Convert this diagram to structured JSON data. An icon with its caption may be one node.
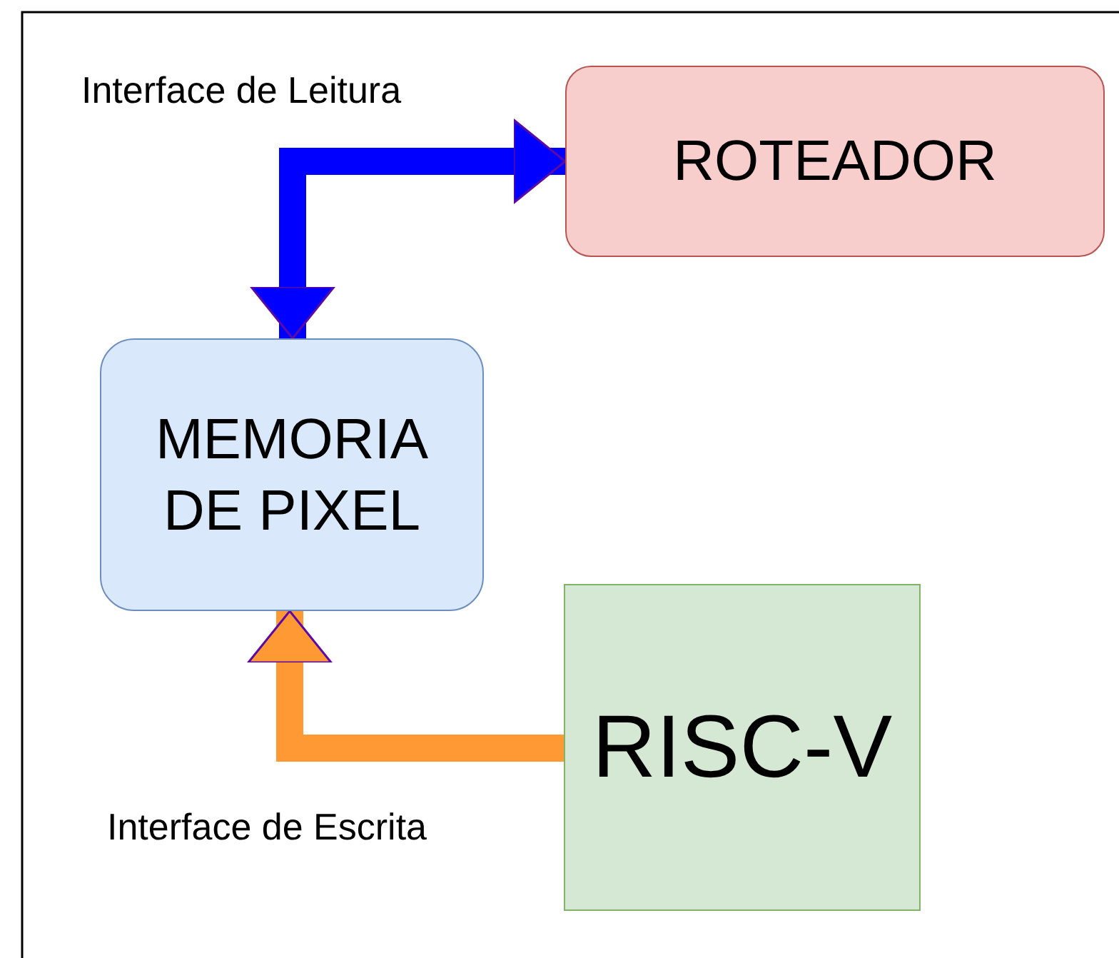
{
  "diagram": {
    "nodes": [
      {
        "text": [
          "ROTEADOR"
        ]
      },
      {
        "text": [
          "MEMORIA DE PIXEL"
        ]
      },
      {
        "text": [
          "RISC-V"
        ]
      }
    ],
    "edges": [
      {
        "from": 0,
        "to": 1,
        "arrow": "both",
        "label": "Interface de Leitura",
        "color": "#0000ff"
      },
      {
        "from": 2,
        "to": 1,
        "arrow": "to",
        "label": "Interface de Escrita",
        "color": "#ff9933"
      }
    ]
  }
}
